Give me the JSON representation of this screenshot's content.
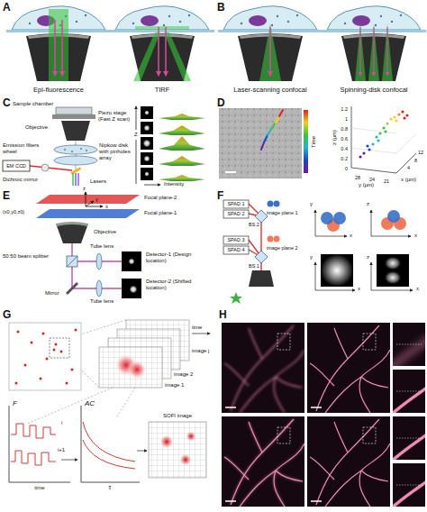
{
  "diagram": {
    "labels": [
      "A",
      "B",
      "Epi-fluorescence",
      "TIRF",
      "Laser-scanning confocal",
      "Spinning-disk confocal",
      "C",
      "Sample chamber",
      "Piezo stage (Fast Z scan)",
      "Objective",
      "Emission filters wheel",
      "EM CCD",
      "Nipkow disk with pinholes array",
      "Dichroic mirror",
      "Lasers",
      "Z",
      "Intensity",
      "D",
      "Time",
      "z (µm)",
      "1.2",
      "1",
      "0.8",
      "0.6",
      "0.4",
      "0.2",
      "0",
      "y (µm)",
      "x (µm)",
      "28",
      "24",
      "21",
      "12",
      "8",
      "4",
      "E",
      "Focal plane-2",
      "Focal plane-1",
      "(x0,y0,z0)",
      "x",
      "y",
      "z",
      "Objective",
      "50:50 beam splitter",
      "Tube lens",
      "Tube lens",
      "Mirror",
      "Detector-1 (Design location)",
      "Detector-2 (Shifted location)",
      "F",
      "SPAD 1",
      "SPAD 2",
      "SPAD 3",
      "SPAD 4",
      "BS 2",
      "BS 1",
      "image plane 1",
      "image plane 2",
      "y",
      "x",
      "z",
      "x",
      "y",
      "x",
      "z",
      "x",
      "G",
      "time",
      "image 1",
      "image 2",
      "image j",
      "F",
      "AC",
      "i",
      "i+1",
      "time",
      "τ",
      "SOFI image",
      "H"
    ]
  }
}
